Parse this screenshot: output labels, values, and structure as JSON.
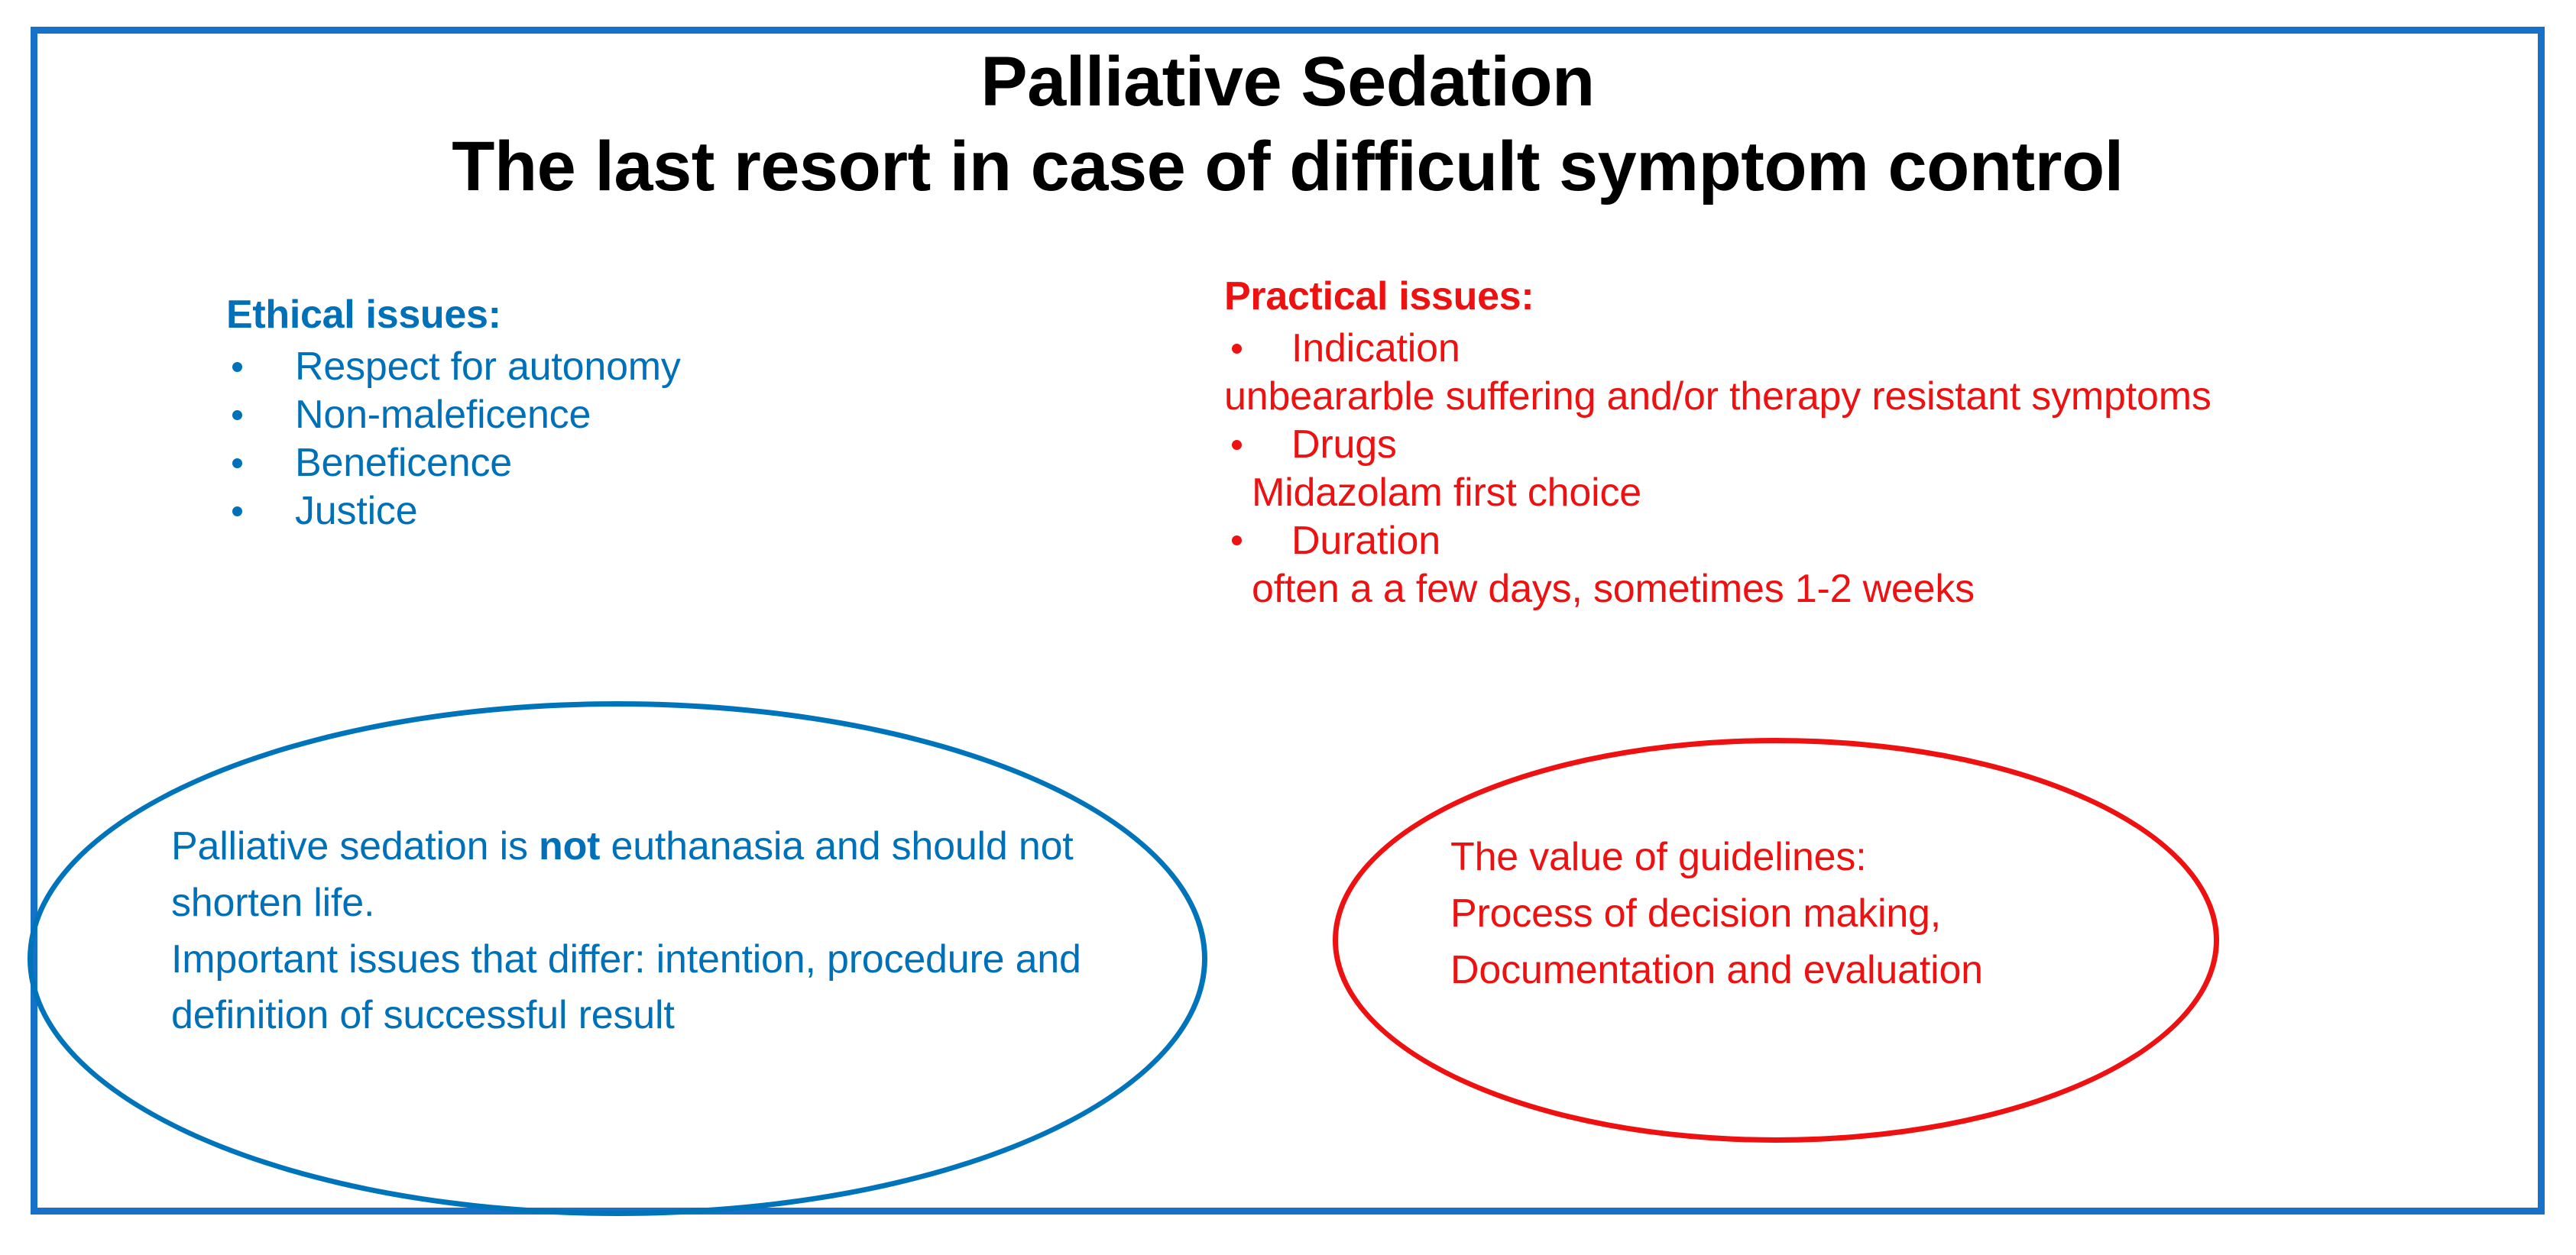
{
  "slide": {
    "title": {
      "line1": "Palliative Sedation",
      "line2": "The last resort in case of difficult symptom control"
    },
    "colors": {
      "frame_blue": "#1771c8",
      "text_blue": "#0070b8",
      "ellipse_blue": "#0074ba",
      "text_red": "#ee1111",
      "title_black": "#000000",
      "background": "#ffffff"
    },
    "ethical_column": {
      "heading": "Ethical issues:",
      "bullets": [
        "Respect for autonomy",
        "Non-maleficence",
        "Beneficence",
        "Justice"
      ]
    },
    "practical_column": {
      "heading": "Practical issues:",
      "items": [
        {
          "bullet": "Indication",
          "detail": "unbeararble suffering and/or therapy resistant symptoms",
          "detail_indent": "flush"
        },
        {
          "bullet": "Drugs",
          "detail": "Midazolam first choice",
          "detail_indent": "indent"
        },
        {
          "bullet": "Duration",
          "detail": "often a a few days, sometimes 1-2 weeks",
          "detail_indent": "indent"
        }
      ]
    },
    "blue_ellipse": {
      "line1_before_bold": "Palliative sedation is ",
      "line1_bold": "not",
      "line1_after_bold": " euthanasia and should not shorten life.",
      "line2": "Important issues that differ: intention, procedure and definition of successful result"
    },
    "red_ellipse": {
      "line1": "The value of guidelines:",
      "line2": "Process of decision making,",
      "line3": "Documentation and evaluation"
    }
  }
}
